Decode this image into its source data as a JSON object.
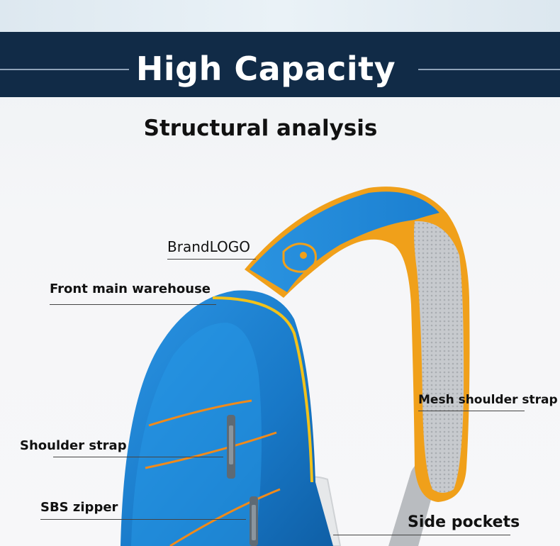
{
  "banner": {
    "title": "High Capacity"
  },
  "section": {
    "title": "Structural analysis"
  },
  "callouts": {
    "brand_logo": "BrandLOGO",
    "front_main": "Front main warehouse",
    "shoulder_strap": "Shoulder strap",
    "sbs_zipper": "SBS zipper",
    "mesh_strap": "Mesh shoulder strap",
    "side_pockets": "Side pockets"
  },
  "colors": {
    "banner_bg": "#112b47",
    "bag_blue": "#1f86d6",
    "trim_orange": "#f0a01a",
    "mesh_gray": "#bfc3c8"
  }
}
